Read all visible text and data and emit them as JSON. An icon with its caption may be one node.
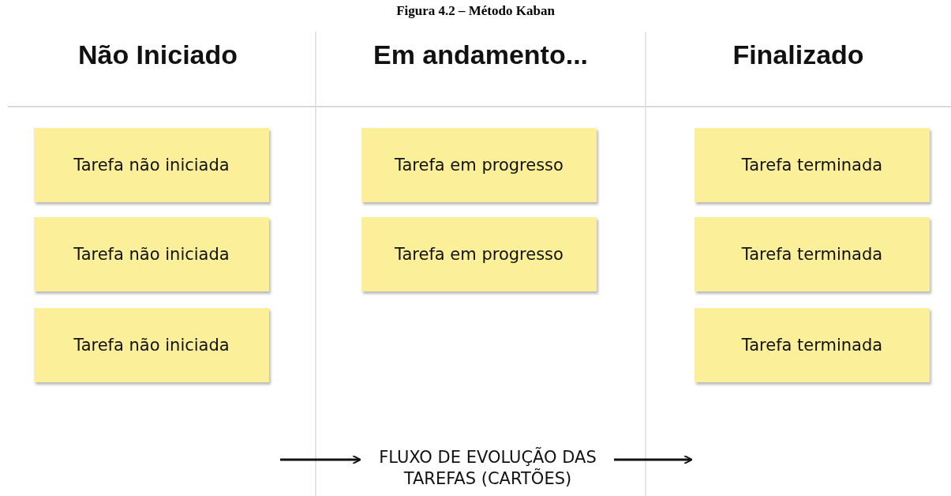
{
  "diagram": {
    "title": "Figura 4.2 – Método Kaban",
    "nodes": [
      {
        "text": [
          "Não Iniciado"
        ]
      },
      {
        "text": [
          "Tarefa não iniciada"
        ],
        "in": 0
      },
      {
        "text": [
          "Tarefa não iniciada"
        ],
        "in": 0
      },
      {
        "text": [
          "Tarefa não iniciada"
        ],
        "in": 0
      },
      {
        "text": [
          "Em andamento..."
        ]
      },
      {
        "text": [
          "Tarefa em progresso"
        ],
        "in": 4
      },
      {
        "text": [
          "Tarefa em progresso"
        ],
        "in": 4
      },
      {
        "text": [
          "Finalizado"
        ]
      },
      {
        "text": [
          "Tarefa terminada"
        ],
        "in": 7
      },
      {
        "text": [
          "Tarefa terminada"
        ],
        "in": 7
      },
      {
        "text": [
          "Tarefa terminada"
        ],
        "in": 7
      }
    ],
    "edges": [],
    "labels": [
      "FLUXO DE EVOLUÇÃO DAS TAREFAS (CARTÕES)"
    ]
  }
}
